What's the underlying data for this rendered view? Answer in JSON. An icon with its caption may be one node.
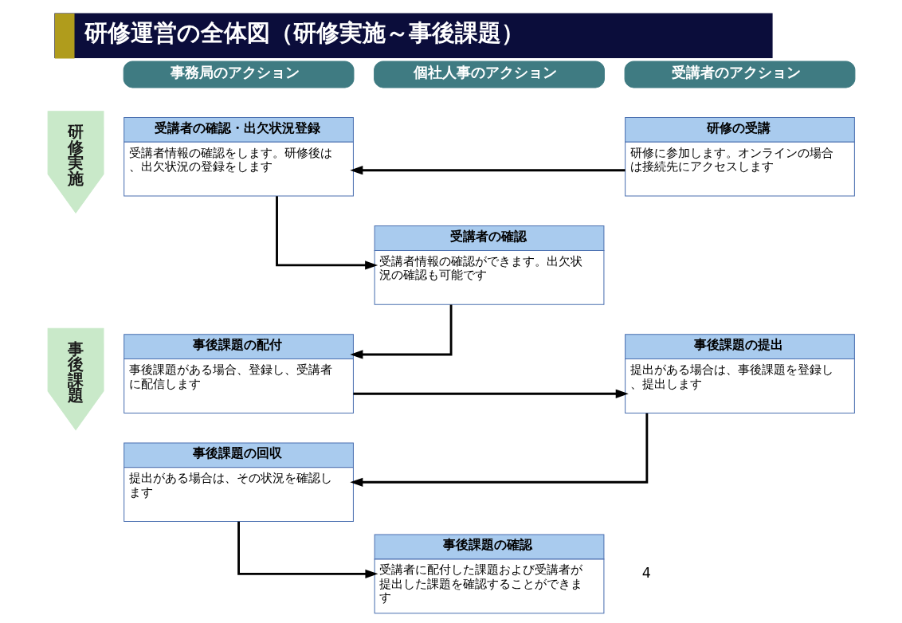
{
  "diagram": {
    "title": "研修運営の全体図（研修実施～事後課題）",
    "nodes": [
      {
        "text": [
          "事務局のアクション"
        ]
      },
      {
        "text": [
          "個社人事のアクション"
        ]
      },
      {
        "text": [
          "受講者のアクション"
        ]
      },
      {
        "text": [
          "研修実施"
        ]
      },
      {
        "text": [
          "受講者の確認・出欠状況登録",
          "受講者情報の確認をします。研修後は、出欠状況の登録をします"
        ]
      },
      {
        "text": [
          "研修の受講",
          "研修に参加します。オンラインの場合は接続先にアクセスします"
        ]
      },
      {
        "text": [
          "受講者の確認",
          "受講者情報の確認ができます。出欠状況の確認も可能です"
        ]
      },
      {
        "text": [
          "事後課題"
        ]
      },
      {
        "text": [
          "事後課題の配付",
          "事後課題がある場合、登録し、受講者に配信します"
        ]
      },
      {
        "text": [
          "事後課題の提出",
          "提出がある場合は、事後課題を登録し、提出します"
        ]
      },
      {
        "text": [
          "事後課題の回収",
          "提出がある場合は、その状況を確認します"
        ]
      },
      {
        "text": [
          "事後課題の確認",
          "受講者に配付した課題および受講者が提出した課題を確認することができます"
        ]
      }
    ],
    "edges": [
      {
        "from": 5,
        "to": 4,
        "arrow": "to"
      },
      {
        "from": 4,
        "to": 6,
        "arrow": "to"
      },
      {
        "from": 6,
        "to": 8,
        "arrow": "to"
      },
      {
        "from": 8,
        "to": 9,
        "arrow": "to"
      },
      {
        "from": 9,
        "to": 10,
        "arrow": "to"
      },
      {
        "from": 10,
        "to": 11,
        "arrow": "to"
      }
    ],
    "labels": [
      "4"
    ]
  }
}
